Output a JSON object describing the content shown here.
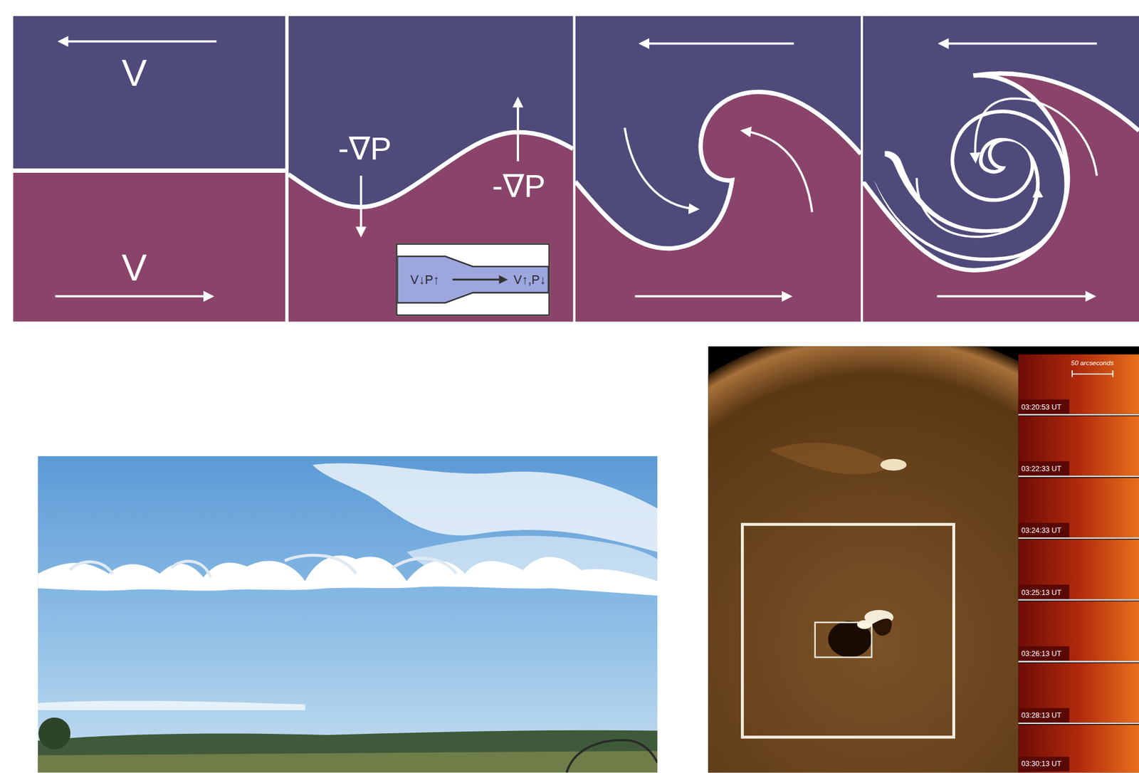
{
  "diagram": {
    "nodes": [
      {
        "text": [
          "V↓P↑",
          "V↑,P↓"
        ]
      }
    ],
    "labels": [
      "V",
      "V",
      "-∇P",
      "-∇P",
      "50 arcseconds",
      "03:20:53 UT",
      "03:22:33 UT",
      "03:24:33 UT",
      "03:25:13 UT",
      "03:26:13 UT",
      "03:28:13 UT",
      "03:30:13 UT"
    ]
  }
}
